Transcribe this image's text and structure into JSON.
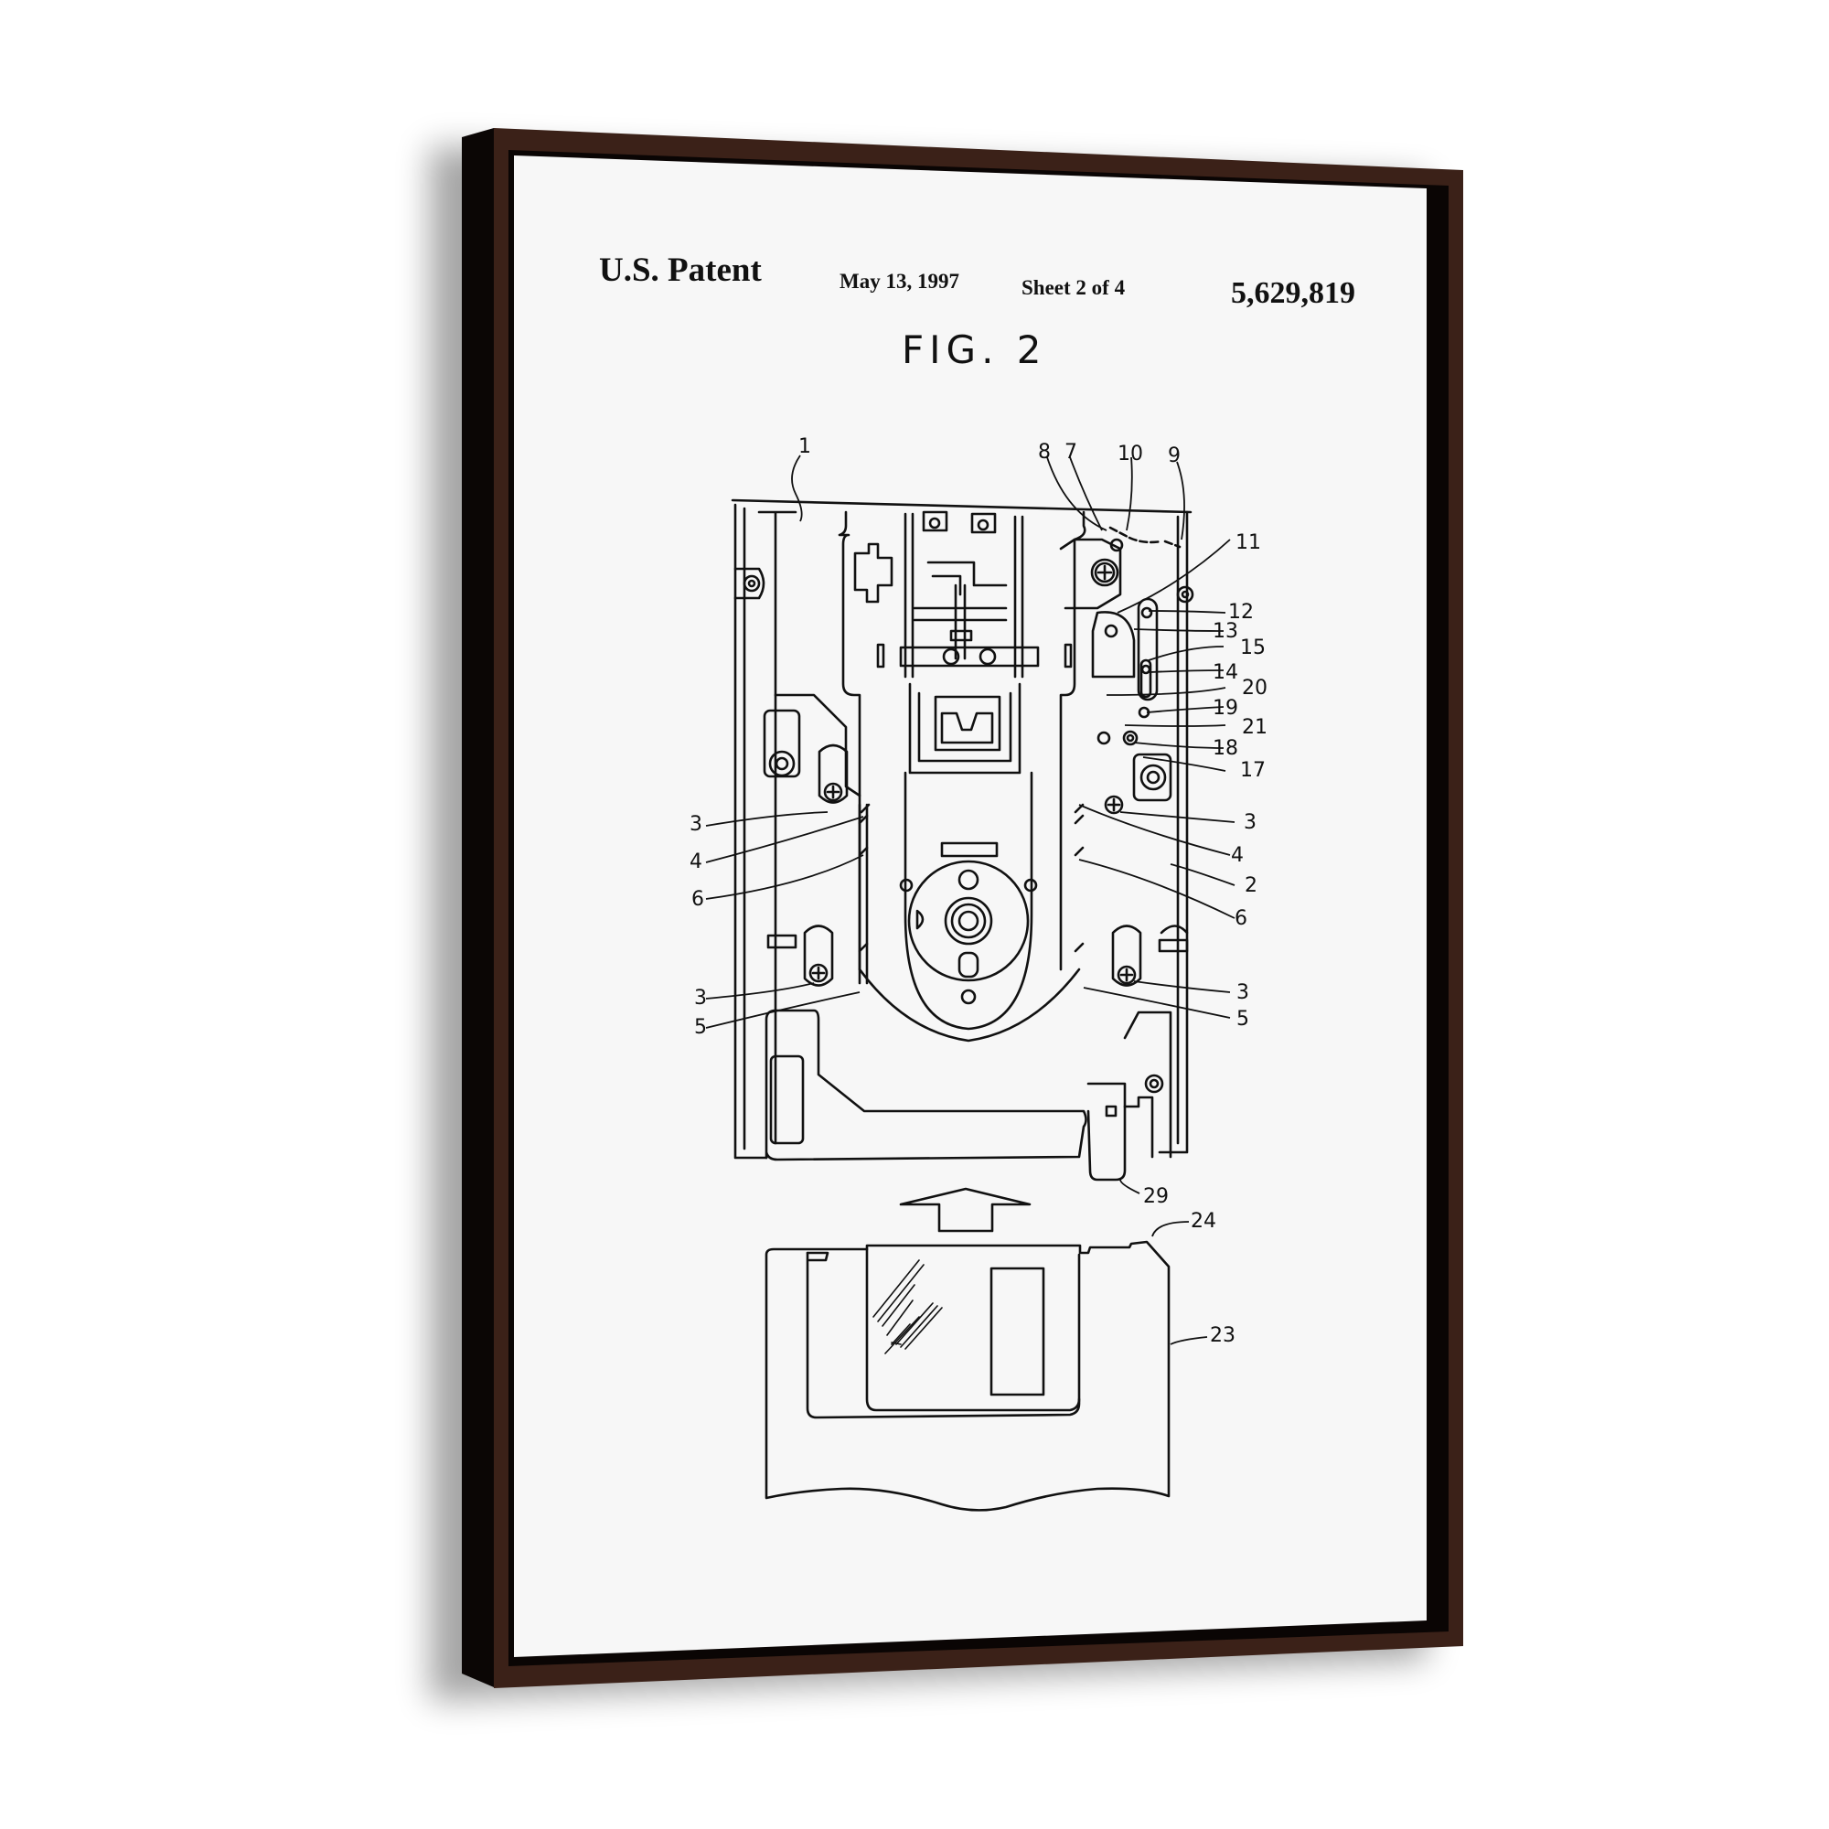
{
  "artwork": {
    "type": "framed patent print",
    "frame_color": "#3b2118",
    "frame_side_color": "#0d0706",
    "canvas_color": "#f7f7f7",
    "line_color": "#111111"
  },
  "header": {
    "left": "U.S. Patent",
    "date": "May 13, 1997",
    "sheet": "Sheet 2 of 4",
    "patent_number": "5,629,819"
  },
  "figure": {
    "title": "FIG. 2",
    "labels": {
      "l1": "1",
      "l8": "8",
      "l7": "7",
      "l10": "10",
      "l9": "9",
      "l11": "11",
      "l12": "12",
      "l13": "13",
      "l15": "15",
      "l14": "14",
      "l20": "20",
      "l19": "19",
      "l21": "21",
      "l18": "18",
      "l17": "17",
      "l3_left_top": "3",
      "l4_left": "4",
      "l6_left": "6",
      "l3_left_bottom": "3",
      "l5_left": "5",
      "l3_right_top": "3",
      "l4_right": "4",
      "l2": "2",
      "l6_right": "6",
      "l3_right_bottom": "3",
      "l5_right": "5",
      "l29": "29",
      "l24": "24",
      "l23": "23"
    }
  }
}
